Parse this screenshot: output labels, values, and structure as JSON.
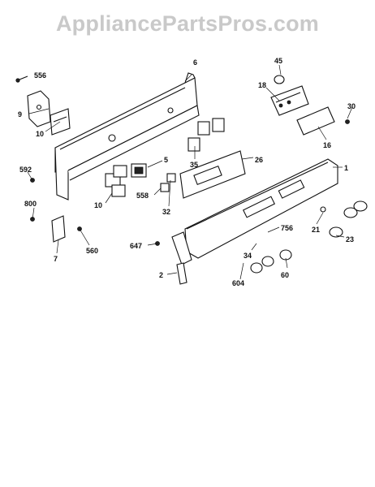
{
  "watermark": "AppliancePartsPros.com",
  "callouts": [
    {
      "id": "c-556",
      "text": "556"
    },
    {
      "id": "c-6",
      "text": "6"
    },
    {
      "id": "c-45",
      "text": "45"
    },
    {
      "id": "c-9",
      "text": "9"
    },
    {
      "id": "c-18",
      "text": "18"
    },
    {
      "id": "c-30",
      "text": "30"
    },
    {
      "id": "c-10a",
      "text": "10"
    },
    {
      "id": "c-16",
      "text": "16"
    },
    {
      "id": "c-5",
      "text": "5"
    },
    {
      "id": "c-35",
      "text": "35"
    },
    {
      "id": "c-26",
      "text": "26"
    },
    {
      "id": "c-1",
      "text": "1"
    },
    {
      "id": "c-592",
      "text": "592"
    },
    {
      "id": "c-10b",
      "text": "10"
    },
    {
      "id": "c-558",
      "text": "558"
    },
    {
      "id": "c-32",
      "text": "32"
    },
    {
      "id": "c-800",
      "text": "800"
    },
    {
      "id": "c-21",
      "text": "21"
    },
    {
      "id": "c-23",
      "text": "23"
    },
    {
      "id": "c-560",
      "text": "560"
    },
    {
      "id": "c-756",
      "text": "756"
    },
    {
      "id": "c-647",
      "text": "647"
    },
    {
      "id": "c-7",
      "text": "7"
    },
    {
      "id": "c-34",
      "text": "34"
    },
    {
      "id": "c-2",
      "text": "2"
    },
    {
      "id": "c-60",
      "text": "60"
    },
    {
      "id": "c-604",
      "text": "604"
    }
  ]
}
